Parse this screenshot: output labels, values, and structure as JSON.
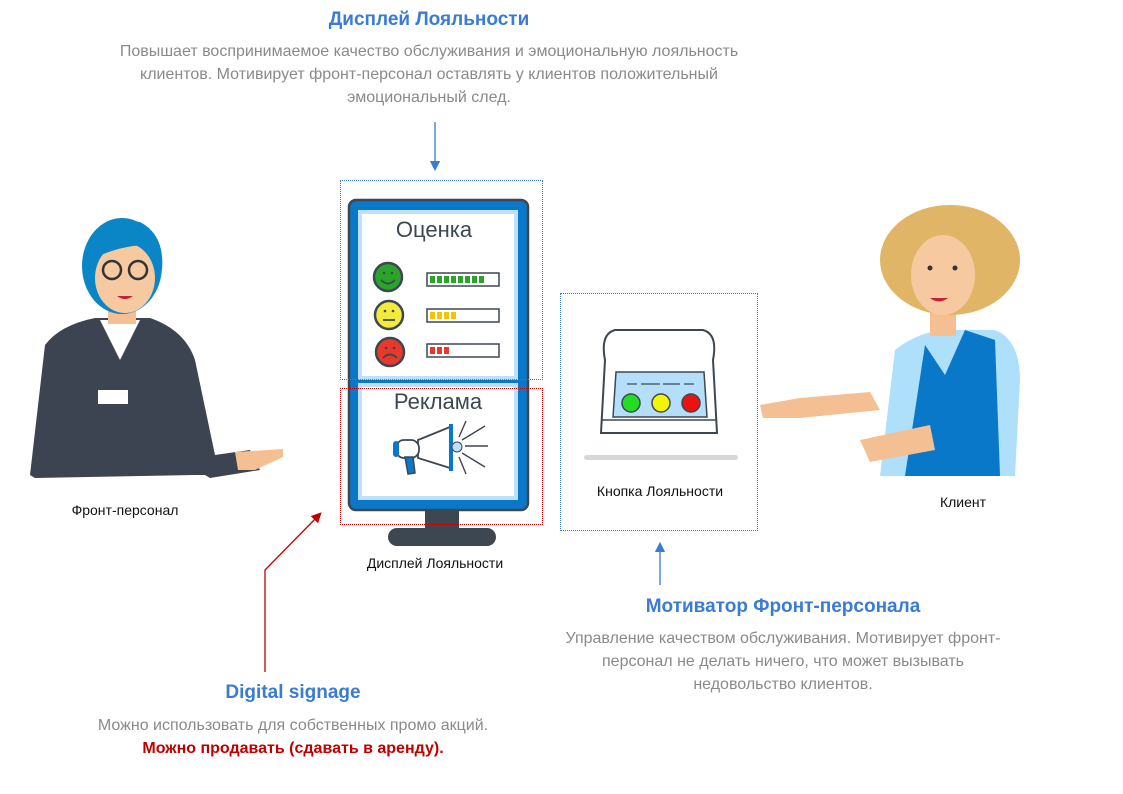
{
  "display_block": {
    "title": "Дисплей Лояльности",
    "description": [
      "Повышает воспринимаемое качество обслуживания и эмоциональную лояльность",
      "клиентов. Мотивирует фронт-персонал оставлять у клиентов положительный",
      "эмоциональный след."
    ],
    "label": "Дисплей Лояльности",
    "screen_rating_title": "Оценка",
    "screen_ad_title": "Реклама",
    "rating_bars": [
      {
        "mood": "happy",
        "color": "#2aa52a",
        "segments": 8
      },
      {
        "mood": "neutral",
        "color": "#f5c400",
        "segments": 4
      },
      {
        "mood": "sad",
        "color": "#e8392a",
        "segments": 3
      }
    ]
  },
  "button_block": {
    "label": "Кнопка Лояльности",
    "title": "Мотиватор Фронт-персонала",
    "description": [
      "Управление качеством обслуживания. Мотивирует фронт-",
      "персонал не делать ничего, что может вызывать",
      "недовольство клиентов."
    ]
  },
  "signage_block": {
    "title": "Digital signage",
    "description": "Можно использовать для собственных промо акций.",
    "highlight": "Можно продавать (сдавать в аренду)."
  },
  "people": {
    "staff_label": "Фронт-персонал",
    "client_label": "Клиент"
  },
  "colors": {
    "accent": "#3a7bd5",
    "red": "#c00000",
    "screen_blue": "#0a78c8"
  }
}
